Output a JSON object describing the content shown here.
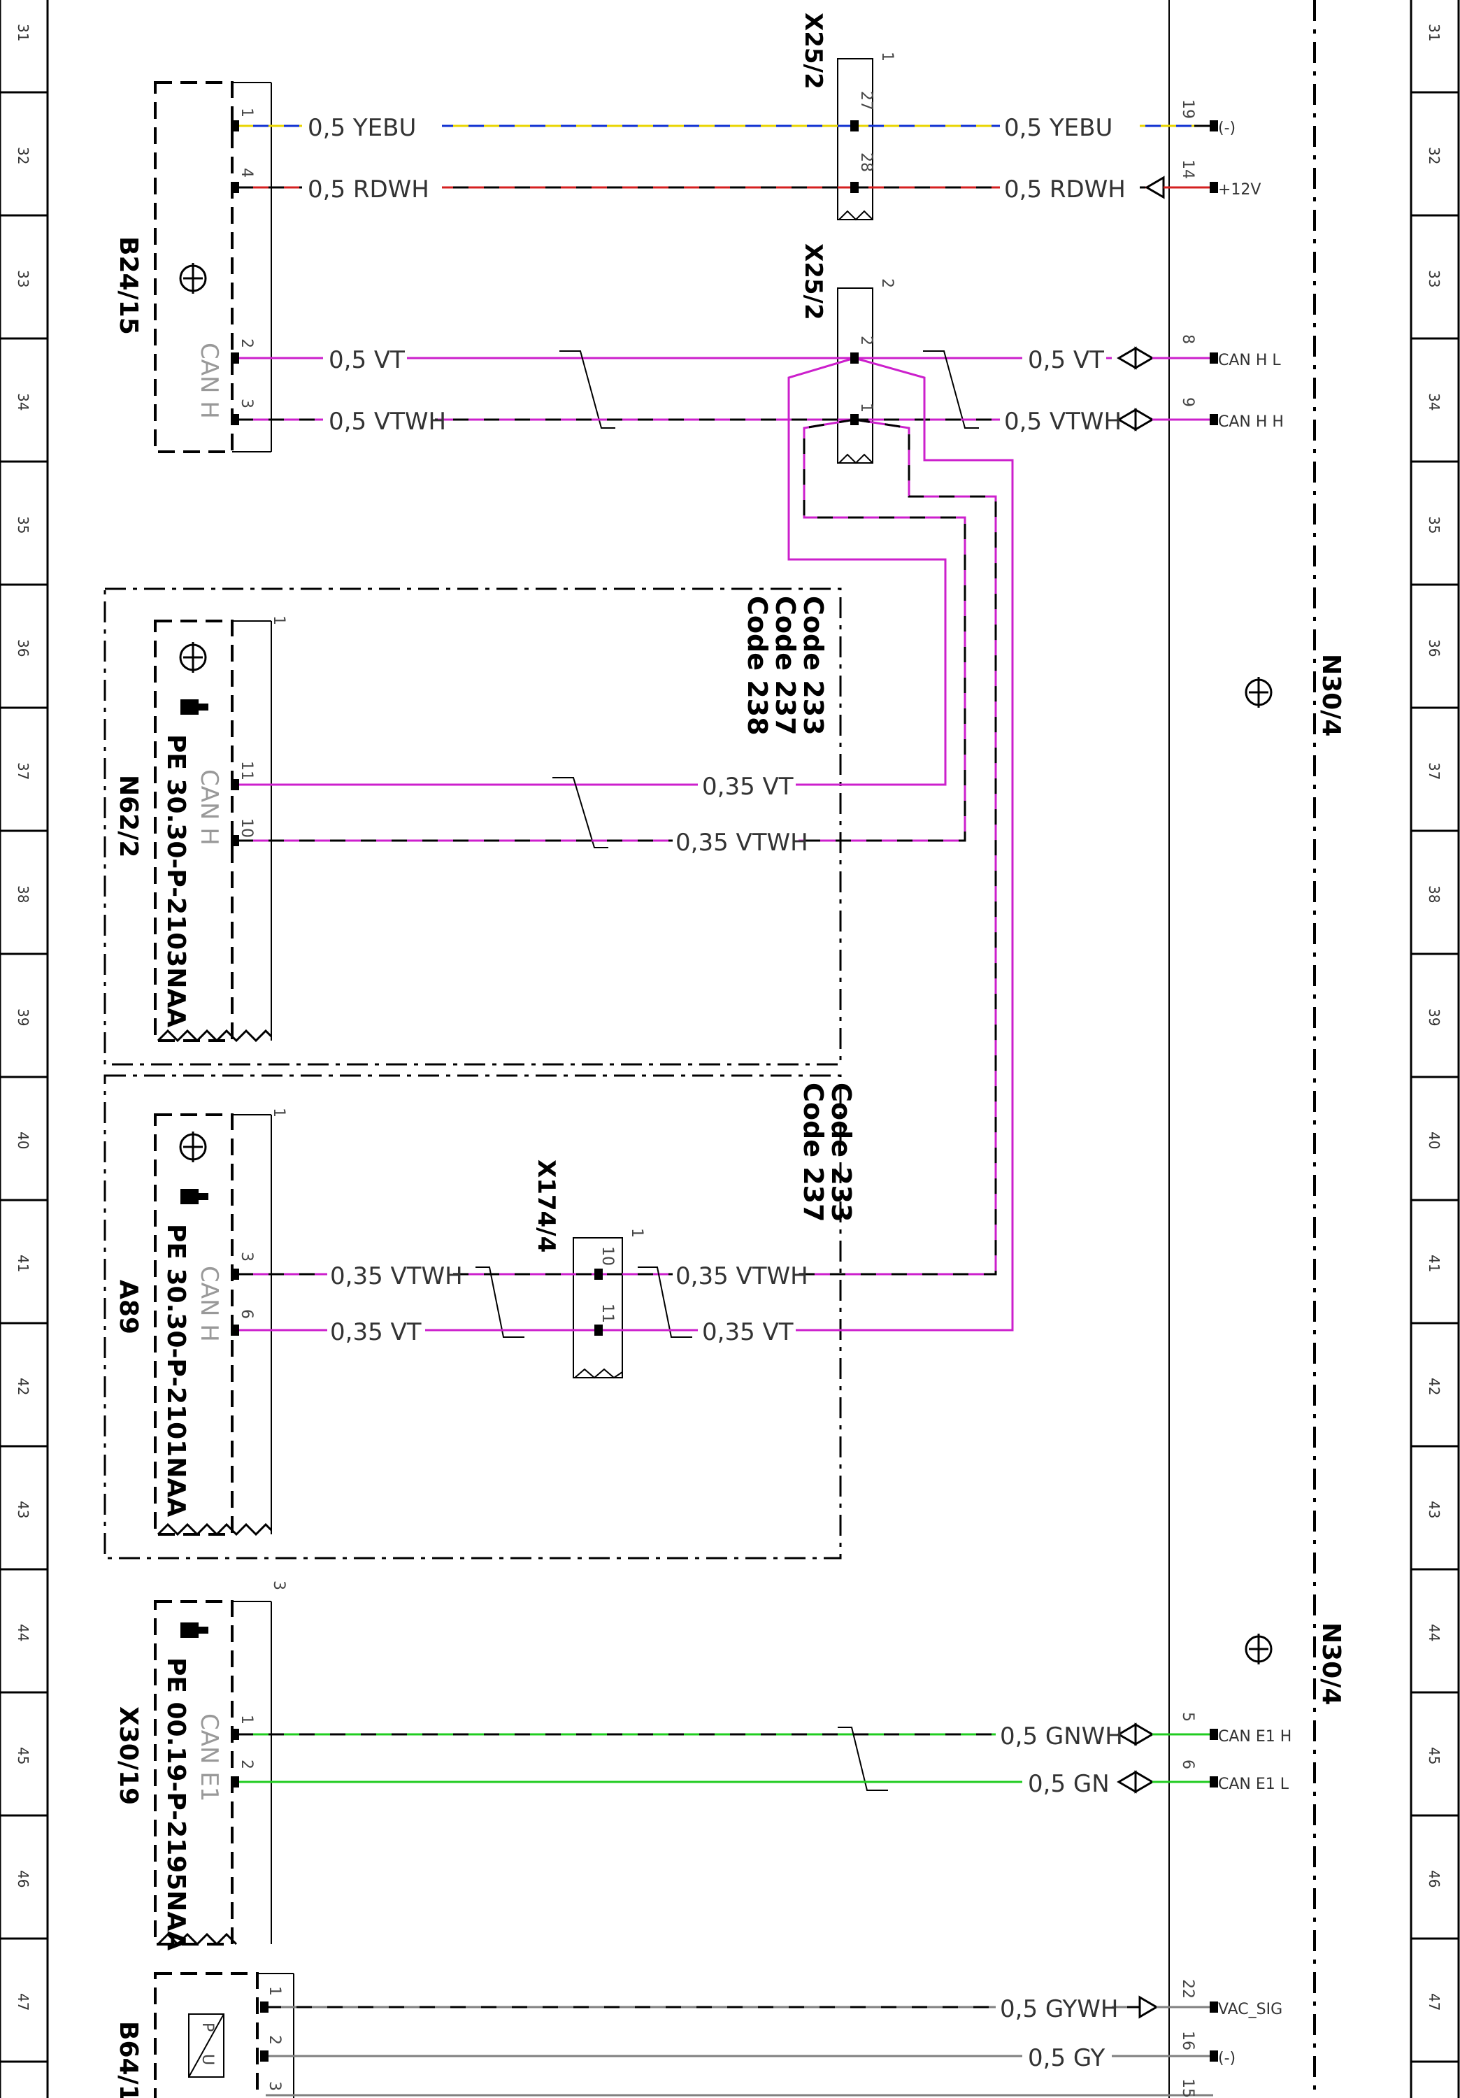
{
  "ruler": {
    "numbers": [
      "31",
      "32",
      "33",
      "34",
      "35",
      "36",
      "37",
      "38",
      "39",
      "40",
      "41",
      "42",
      "43",
      "44",
      "45",
      "46",
      "47"
    ]
  },
  "components": {
    "b24": {
      "label": "B24/15",
      "can": "CAN H"
    },
    "n62": {
      "label": "N62/2",
      "ref": "PE 30.30-P-2103NAA",
      "can": "CAN H",
      "connector": "1"
    },
    "a89": {
      "label": "A89",
      "ref": "PE 30.30-P-2101NAA",
      "can": "CAN H",
      "connector": "1"
    },
    "x30": {
      "label": "X30/19",
      "ref": "PE 00.19-P-2195NAA",
      "can": "CAN E1",
      "connector": "3"
    },
    "b64": {
      "label": "B64/1"
    },
    "n30": {
      "label": "N30/4"
    }
  },
  "connectors": {
    "x25_2a": {
      "label": "X25/2",
      "num": "1",
      "pins": [
        "27",
        "28"
      ]
    },
    "x25_2b": {
      "label": "X25/2",
      "num": "2",
      "pins": [
        "2",
        "1"
      ]
    },
    "x174": {
      "label": "X174/4",
      "num": "1",
      "pins": [
        "10",
        "11"
      ]
    }
  },
  "codes_n62": [
    "Code 233",
    "Code 237",
    "Code 238"
  ],
  "codes_a89": [
    "Code 233",
    "Code 237"
  ],
  "wires": {
    "w1": {
      "pin_left": "1",
      "label_left": "0,5 YEBU",
      "label_right": "0,5 YEBU",
      "pin_right": "19",
      "signal": "(-)"
    },
    "w2": {
      "pin_left": "4",
      "label_left": "0,5 RDWH",
      "label_right": "0,5 RDWH",
      "pin_right": "14",
      "signal": "+12V"
    },
    "w3": {
      "pin_left": "2",
      "label_left": "0,5 VT",
      "label_right": "0,5 VT",
      "pin_right": "8",
      "signal": "CAN H L"
    },
    "w4": {
      "pin_left": "3",
      "label_left": "0,5 VTWH",
      "label_right": "0,5 VTWH",
      "pin_right": "9",
      "signal": "CAN H H"
    },
    "w5": {
      "pin_left": "11",
      "label": "0,35 VT"
    },
    "w6": {
      "pin_left": "10",
      "label": "0,35 VTWH"
    },
    "w7": {
      "pin_left": "3",
      "label_left": "0,35 VTWH",
      "label_right": "0,35 VTWH"
    },
    "w8": {
      "pin_left": "6",
      "label_left": "0,35 VT",
      "label_right": "0,35 VT"
    },
    "w9": {
      "pin_left": "1",
      "label": "0,5 GNWH",
      "pin_right": "5",
      "signal": "CAN E1 H"
    },
    "w10": {
      "pin_left": "2",
      "label": "0,5 GN",
      "pin_right": "6",
      "signal": "CAN E1 L"
    },
    "w11": {
      "pin_left": "1",
      "label": "0,5 GYWH",
      "pin_right": "22",
      "signal": "VAC_SIG"
    },
    "w12": {
      "pin_left": "2",
      "label": "0,5 GY",
      "pin_right": "16",
      "signal": "(-)"
    },
    "w13": {
      "pin_left": "3",
      "pin_right": "15"
    }
  },
  "colors": {
    "yellow": "#e8d400",
    "blue": "#1030d0",
    "red": "#d42020",
    "violet": "#cc20cc",
    "green": "#20cc20",
    "gray": "#808080",
    "black": "#000000"
  }
}
